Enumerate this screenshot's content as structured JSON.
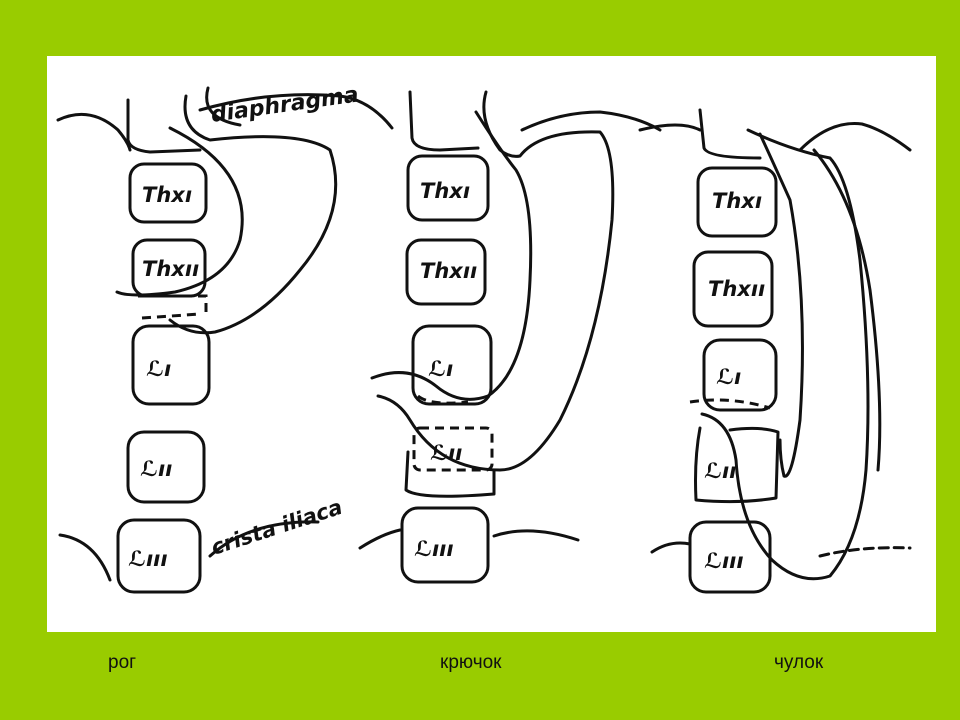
{
  "annotations": {
    "diaphragm": "diaphragma",
    "crista": "crista iliaca"
  },
  "columns": [
    {
      "vertebrae": [
        "Thxı",
        "Thxıı",
        "ℒı",
        "ℒıı",
        "ℒııı"
      ]
    },
    {
      "vertebrae": [
        "Thxı",
        "Thxıı",
        "ℒı",
        "ℒıı",
        "ℒııı"
      ]
    },
    {
      "vertebrae": [
        "Thxı",
        "Thxıı",
        "ℒı",
        "ℒıı",
        "ℒııı"
      ]
    }
  ],
  "captions": [
    "рог",
    "крючок",
    "чулок"
  ],
  "colors": {
    "background": "#99cc00",
    "panel": "#ffffff",
    "ink": "#111111"
  }
}
